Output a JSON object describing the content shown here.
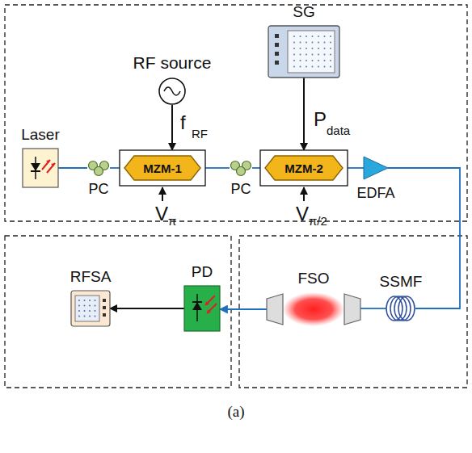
{
  "diagram": {
    "caption": "(a)",
    "nodes": [
      {
        "text": [
          "RF source"
        ]
      },
      {
        "text": [
          "SG"
        ]
      },
      {
        "text": [
          "Laser"
        ]
      },
      {
        "text": [
          "PC"
        ]
      },
      {
        "text": [
          "MZM-1"
        ]
      },
      {
        "text": [
          "PC"
        ]
      },
      {
        "text": [
          "MZM-2"
        ]
      },
      {
        "text": [
          "EDFA"
        ]
      },
      {
        "text": [
          "SSMF"
        ]
      },
      {
        "text": [
          "FSO"
        ]
      },
      {
        "text": [
          "PD"
        ]
      },
      {
        "text": [
          "RFSA"
        ]
      }
    ],
    "edges": [
      {
        "from": 0,
        "to": 4,
        "arrow": "to"
      },
      {
        "from": 1,
        "to": 6,
        "arrow": "to"
      },
      {
        "from": 2,
        "to": 3,
        "arrow": "none"
      },
      {
        "from": 3,
        "to": 4,
        "arrow": "none"
      },
      {
        "from": 4,
        "to": 5,
        "arrow": "none"
      },
      {
        "from": 5,
        "to": 6,
        "arrow": "none"
      },
      {
        "from": 6,
        "to": 7,
        "arrow": "none"
      },
      {
        "from": 7,
        "to": 8,
        "arrow": "none"
      },
      {
        "from": 8,
        "to": 9,
        "arrow": "none"
      },
      {
        "from": 9,
        "to": 10,
        "arrow": "to"
      },
      {
        "from": 10,
        "to": 11,
        "arrow": "to"
      }
    ],
    "labels": [
      "f",
      "RF",
      "P",
      "data",
      "V",
      "π",
      "V",
      "π/2"
    ]
  }
}
